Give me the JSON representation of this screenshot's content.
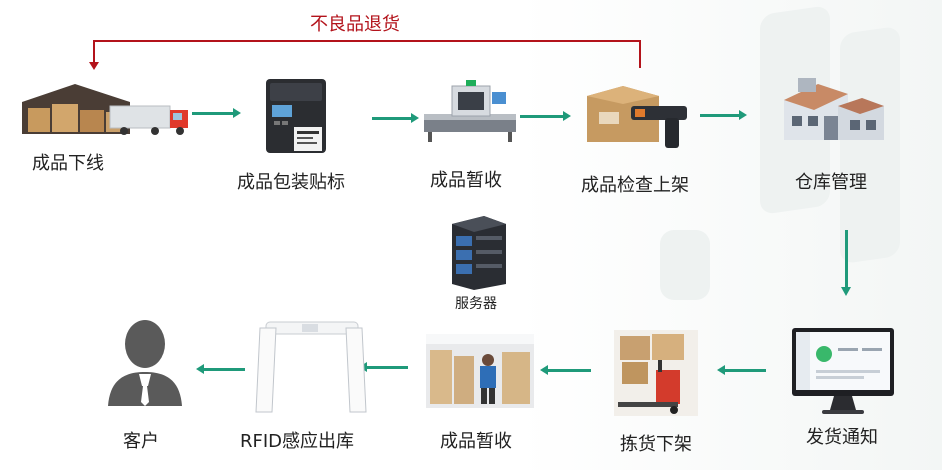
{
  "return_flow": {
    "label": "不良品退货"
  },
  "top_row": [
    {
      "id": "production-offline",
      "label": "成品下线"
    },
    {
      "id": "packaging-labeling",
      "label": "成品包装贴标"
    },
    {
      "id": "temp-receive-top",
      "label": "成品暂收"
    },
    {
      "id": "inspect-shelve",
      "label": "成品检查上架"
    },
    {
      "id": "warehouse-mgmt",
      "label": "仓库管理"
    }
  ],
  "server": {
    "label": "服务器"
  },
  "bottom_row": [
    {
      "id": "ship-notice",
      "label": "发货通知"
    },
    {
      "id": "pick-unshelve",
      "label": "拣货下架"
    },
    {
      "id": "temp-receive-bottom",
      "label": "成品暂收"
    },
    {
      "id": "rfid-out",
      "label": "RFID感应出库"
    },
    {
      "id": "customer",
      "label": "客户"
    }
  ],
  "colors": {
    "flow_arrow": "#1f9a7a",
    "return_line": "#b3131b"
  }
}
